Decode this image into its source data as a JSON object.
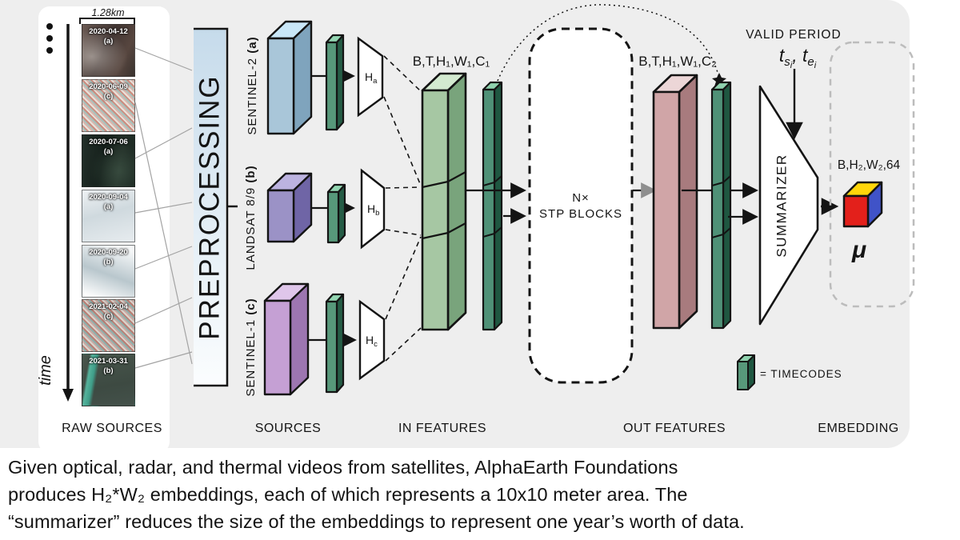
{
  "figure": {
    "scale_label": "1.28km",
    "time_label": "time",
    "frames": [
      {
        "date": "2020-04-12",
        "tag": "(a)"
      },
      {
        "date": "2020-06-09",
        "tag": "(c)"
      },
      {
        "date": "2020-07-06",
        "tag": "(a)"
      },
      {
        "date": "2020-09-04",
        "tag": "(a)"
      },
      {
        "date": "2020-09-20",
        "tag": "(b)"
      },
      {
        "date": "2021-02-04",
        "tag": "(c)"
      },
      {
        "date": "2021-03-31",
        "tag": "(b)"
      }
    ],
    "preprocessing_label": "PREPROCESSING",
    "sources": [
      {
        "name": "SENTINEL-2 ",
        "tag": "(a)",
        "h": "H",
        "hsub": "a"
      },
      {
        "name": "LANDSAT 8/9 ",
        "tag": "(b)",
        "h": "H",
        "hsub": "b"
      },
      {
        "name": "SENTINEL-1 ",
        "tag": "(c)",
        "h": "H",
        "hsub": "c"
      }
    ],
    "in_dims": "B,T,H₁,W₁,C₁",
    "stp_line1": "N×",
    "stp_line2": "STP BLOCKS",
    "out_dims": "B,T,H₁,W₁,C₂",
    "valid_period": {
      "title": "VALID PERIOD",
      "t1": "t",
      "s1": "s",
      "i1": "i",
      "sep": ", ",
      "t2": "t",
      "s2": "e",
      "i2": "i"
    },
    "summarizer_label": "SUMMARIZER",
    "embed_dims": "B,H₂,W₂,64",
    "mu": "μ",
    "legend_eq": "= TIMECODES",
    "section_labels": {
      "raw": "RAW SOURCES",
      "sources": "SOURCES",
      "in": "IN FEATURES",
      "out": "OUT FEATURES",
      "embedding": "EMBEDDING"
    }
  },
  "caption": {
    "line1": "Given optical, radar, and thermal videos from satellites, AlphaEarth Foundations",
    "line2": "produces H₂*W₂ embeddings, each of which represents a 10x10 meter area. The",
    "line3": "“summarizer” reduces the size of the embeddings to represent one year’s worth of data."
  },
  "colors": {
    "panel_gray": "#eeeeee",
    "sentinel2_blue": "#a9c6d9",
    "landsat_purple": "#9b92c6",
    "sentinel1_orchid": "#c5a0d4",
    "timecode_green": "#4f9177",
    "in_features_green": "#a6c7a3",
    "out_features_rose": "#d0a5a7",
    "cube_red": "#e3201b",
    "cube_yellow": "#ffd60a",
    "cube_blue": "#4053c8",
    "preprocessing_gradient_top": "#c6dbeb"
  }
}
